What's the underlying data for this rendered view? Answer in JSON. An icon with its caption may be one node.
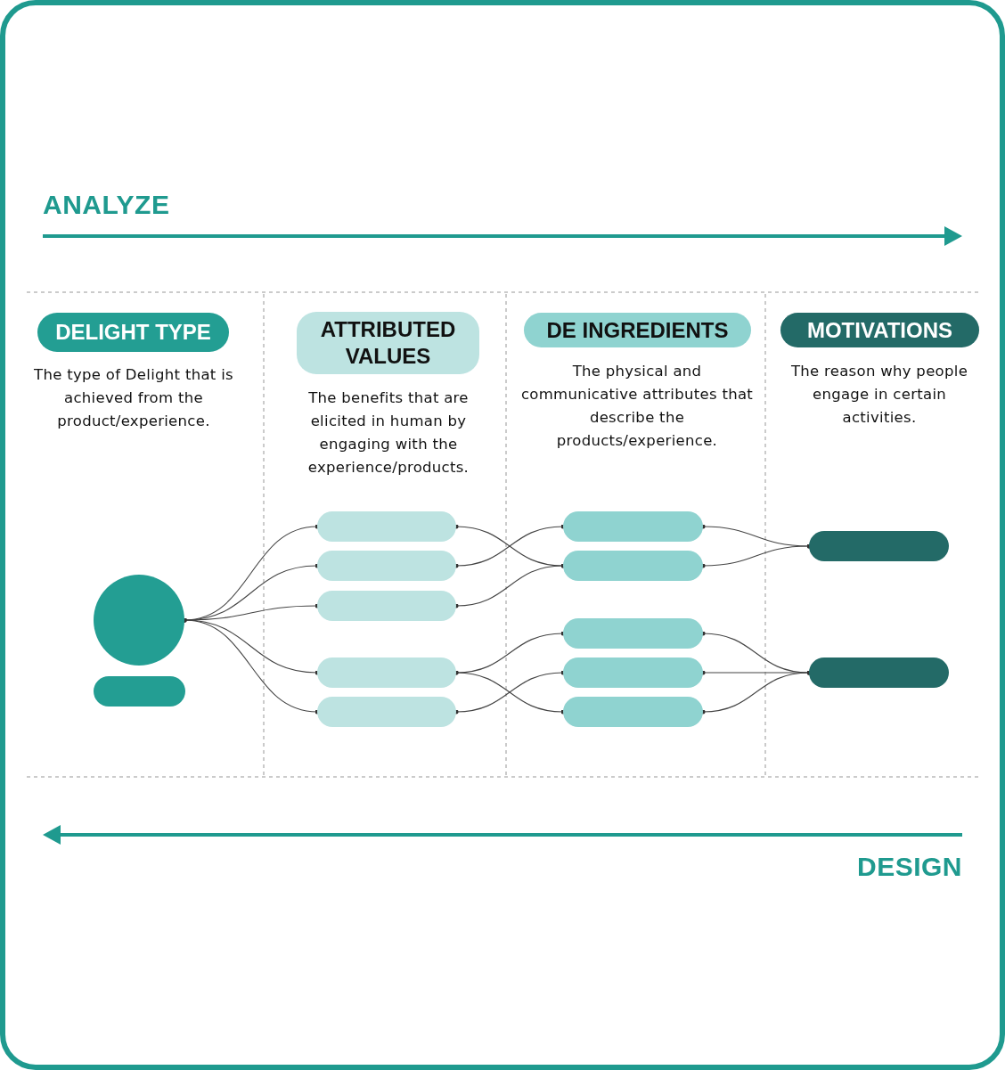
{
  "diagram": {
    "nodes": [
      {
        "text": [
          "DELIGHT TYPE"
        ],
        "beside": [
          "The type of Delight that is achieved from the product/experience."
        ]
      },
      {
        "text": [
          "ATTRIBUTED VALUES"
        ],
        "beside": [
          "The benefits that are elicited in human by engaging with the experience/products."
        ]
      },
      {
        "text": [
          "DE INGREDIENTS"
        ],
        "beside": [
          "The physical and communicative attributes that describe the products/experience."
        ]
      },
      {
        "text": [
          "MOTIVATIONS"
        ],
        "beside": [
          "The reason why people engage in certain activities."
        ]
      },
      {
        "text": [],
        "shape": "circle"
      },
      {
        "text": [],
        "shape": "bar"
      },
      {
        "text": [],
        "shape": "bar"
      },
      {
        "text": [],
        "shape": "bar"
      },
      {
        "text": [],
        "shape": "bar"
      },
      {
        "text": [],
        "shape": "bar"
      },
      {
        "text": [],
        "shape": "bar"
      },
      {
        "text": [],
        "shape": "bar"
      },
      {
        "text": [],
        "shape": "bar"
      },
      {
        "text": [],
        "shape": "bar"
      },
      {
        "text": [],
        "shape": "bar"
      },
      {
        "text": [],
        "shape": "bar"
      },
      {
        "text": [],
        "shape": "bar"
      },
      {
        "text": [],
        "shape": "bar"
      }
    ],
    "edges": [
      {
        "from": 4,
        "to": 6,
        "arrow": "other"
      },
      {
        "from": 4,
        "to": 7,
        "arrow": "other"
      },
      {
        "from": 4,
        "to": 8,
        "arrow": "other"
      },
      {
        "from": 4,
        "to": 9,
        "arrow": "other"
      },
      {
        "from": 4,
        "to": 10,
        "arrow": "other"
      },
      {
        "from": 6,
        "to": 12,
        "arrow": "other"
      },
      {
        "from": 7,
        "to": 11,
        "arrow": "other"
      },
      {
        "from": 8,
        "to": 12,
        "arrow": "other"
      },
      {
        "from": 9,
        "to": 13,
        "arrow": "other"
      },
      {
        "from": 9,
        "to": 15,
        "arrow": "other"
      },
      {
        "from": 10,
        "to": 14,
        "arrow": "other"
      },
      {
        "from": 11,
        "to": 16,
        "arrow": "other"
      },
      {
        "from": 12,
        "to": 16,
        "arrow": "other"
      },
      {
        "from": 13,
        "to": 17,
        "arrow": "other"
      },
      {
        "from": 14,
        "to": 17,
        "arrow": "other"
      },
      {
        "from": 15,
        "to": 17,
        "arrow": "other"
      }
    ],
    "labels": [
      "ANALYZE",
      "DESIGN"
    ]
  }
}
